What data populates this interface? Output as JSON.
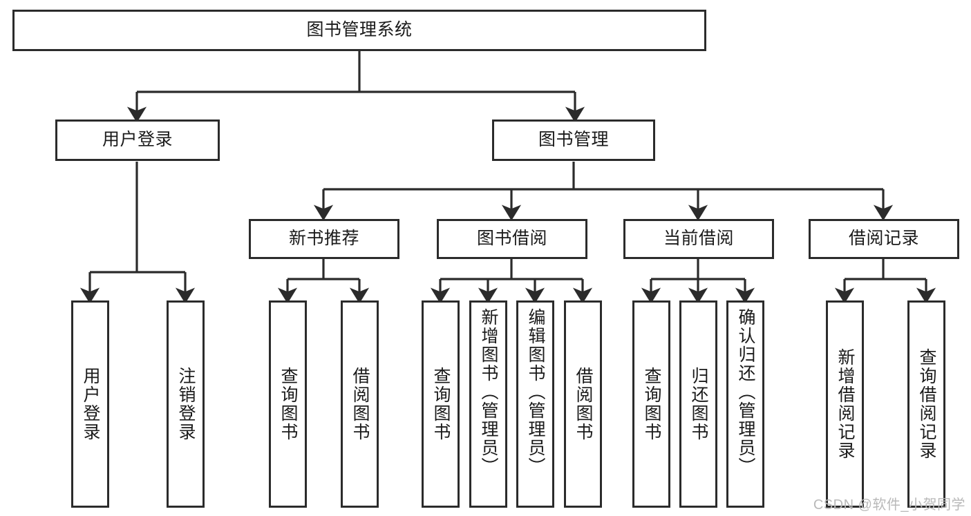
{
  "diagram": {
    "title": "图书管理系统",
    "type": "tree",
    "root": {
      "label": "图书管理系统"
    },
    "level2": [
      {
        "label": "用户登录"
      },
      {
        "label": "图书管理"
      }
    ],
    "level3": [
      {
        "label": "新书推荐"
      },
      {
        "label": "图书借阅"
      },
      {
        "label": "当前借阅"
      },
      {
        "label": "借阅记录"
      }
    ],
    "leaves": {
      "user_login": [
        {
          "label": "用户登录"
        },
        {
          "label": "注销登录"
        }
      ],
      "new_book": [
        {
          "label": "查询图书"
        },
        {
          "label": "借阅图书"
        }
      ],
      "borrow_book": [
        {
          "label": "查询图书"
        },
        {
          "label": "新增图书（管理员）"
        },
        {
          "label": "编辑图书（管理员）"
        },
        {
          "label": "借阅图书"
        }
      ],
      "current_borrow": [
        {
          "label": "查询图书"
        },
        {
          "label": "归还图书"
        },
        {
          "label": "确认归还（管理员）"
        }
      ],
      "borrow_record": [
        {
          "label": "新增借阅记录"
        },
        {
          "label": "查询借阅记录"
        }
      ]
    }
  },
  "watermark": {
    "text": "CSDN @软件_小贺同学"
  },
  "colors": {
    "stroke": "#2b2b2b",
    "background": "#ffffff",
    "text": "#1a1a1a",
    "watermark": "#b9b9b9"
  }
}
